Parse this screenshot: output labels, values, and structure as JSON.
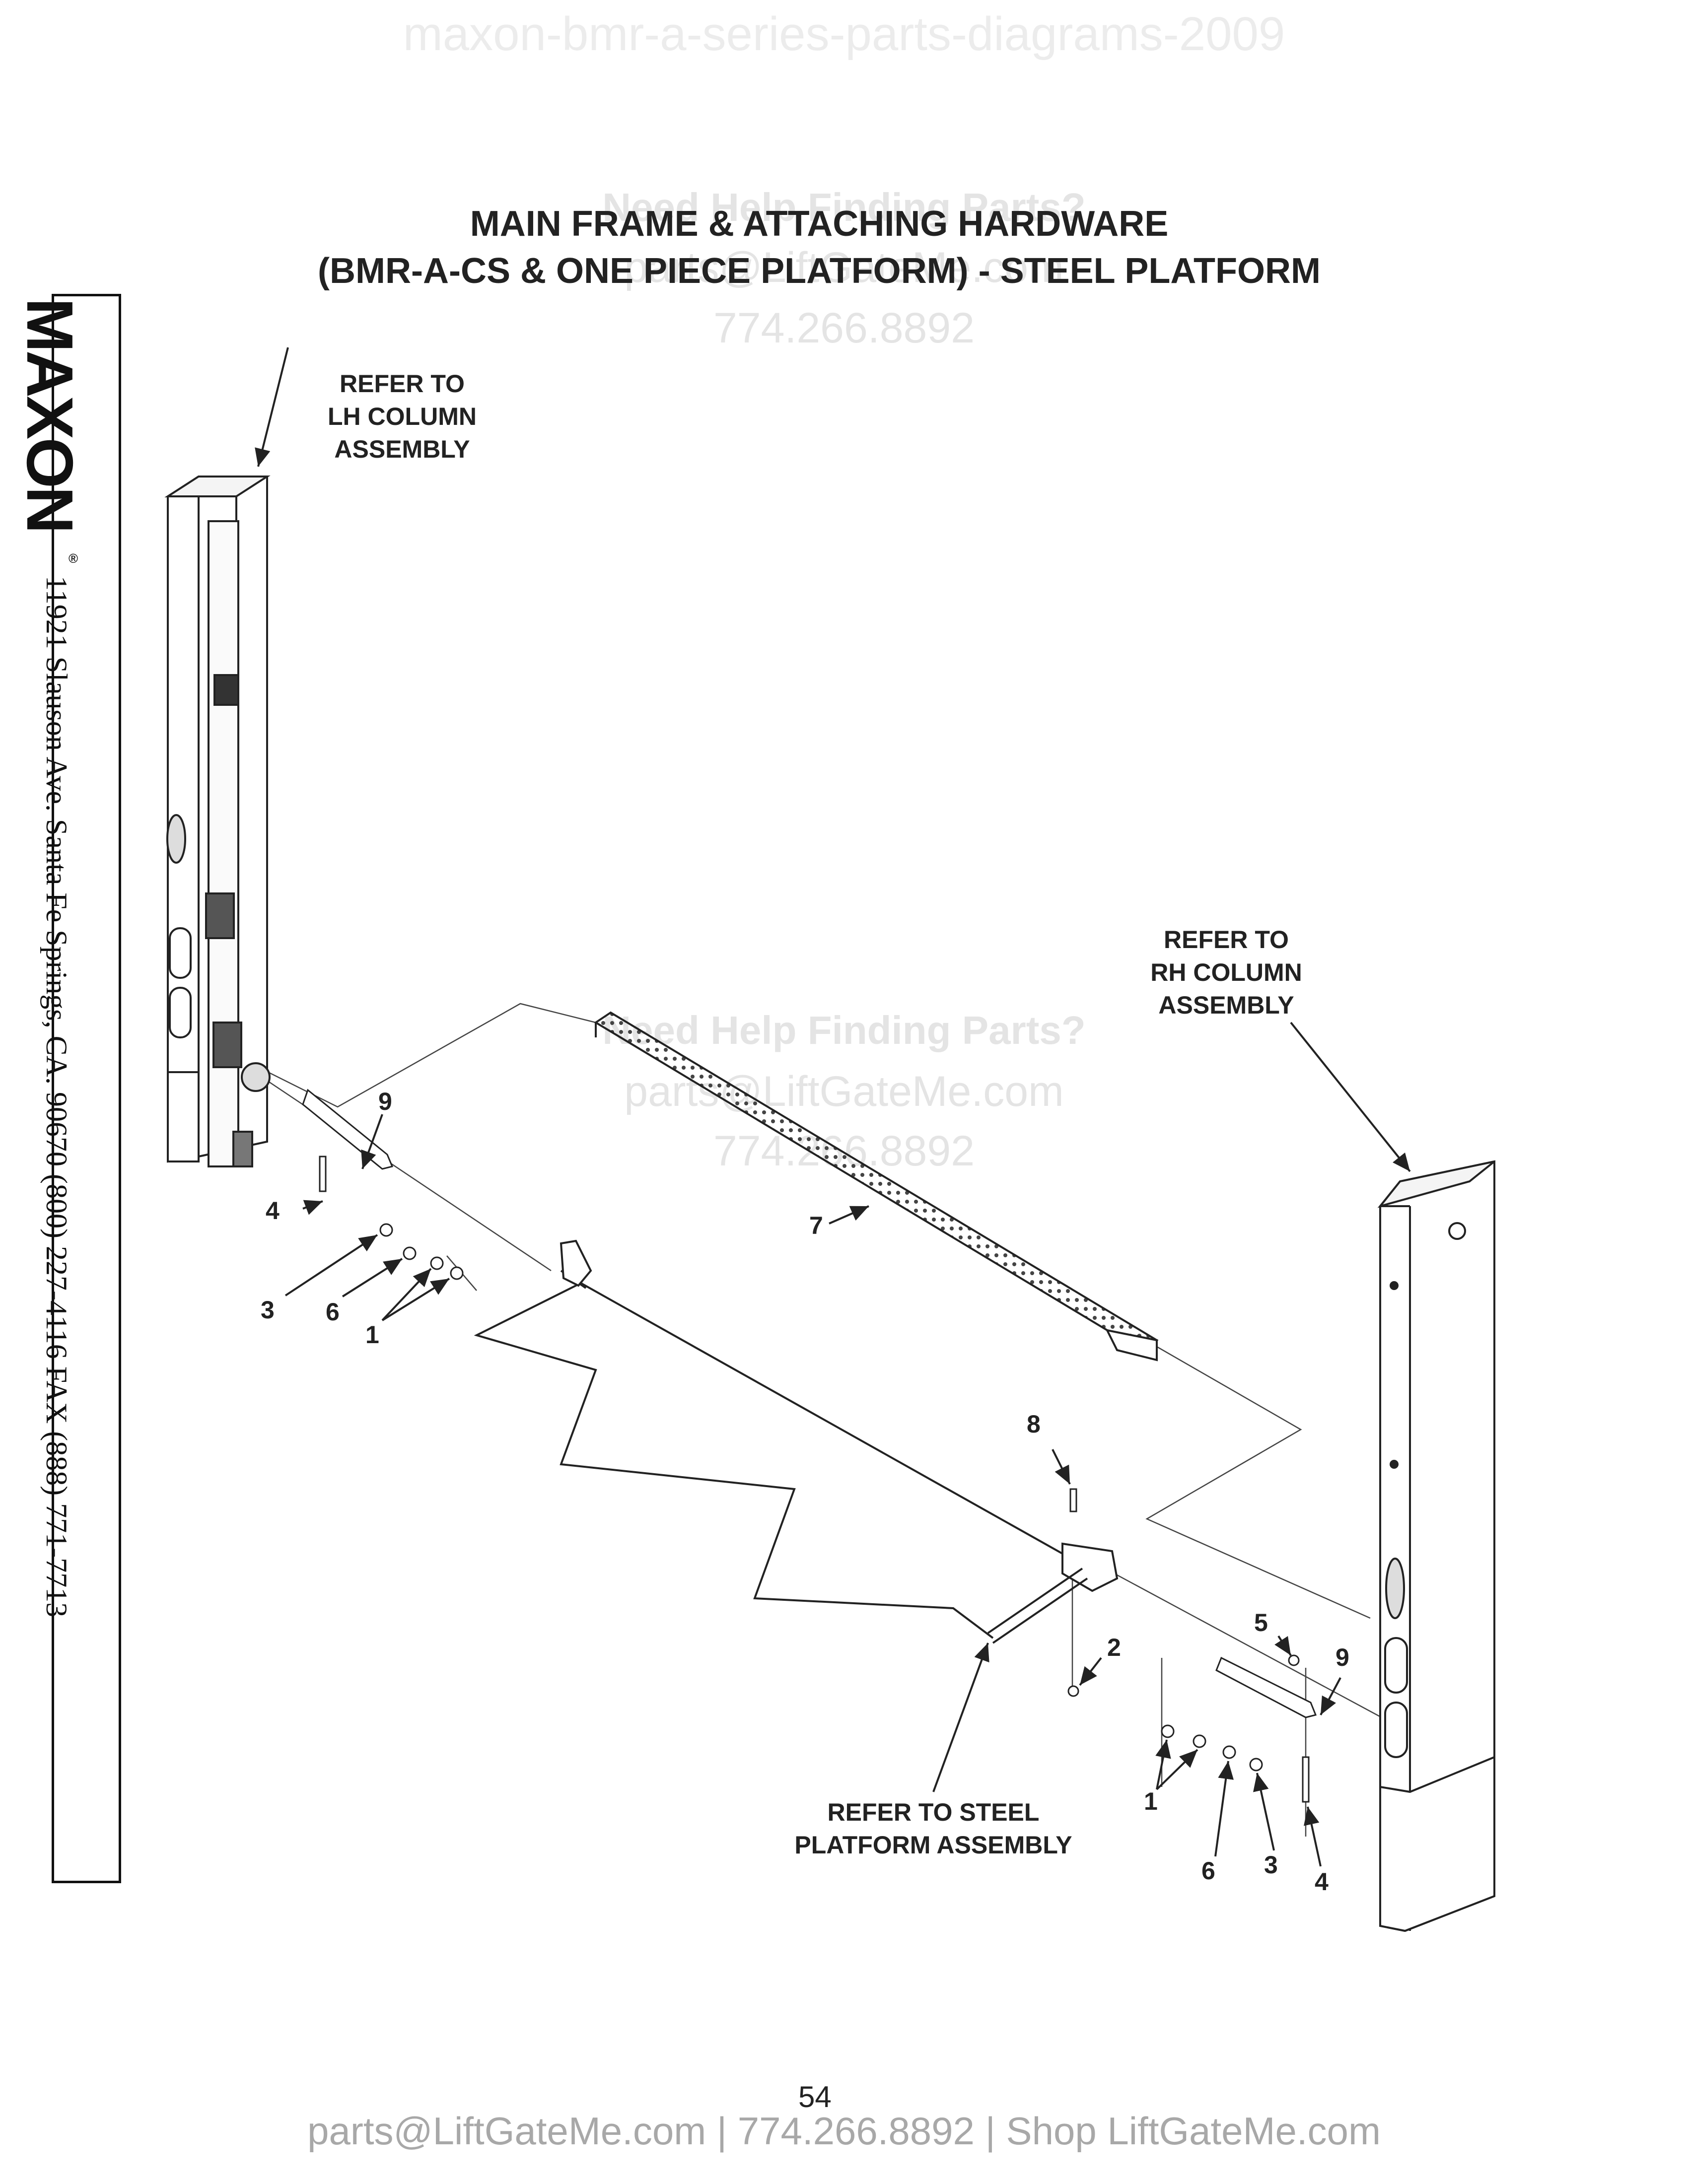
{
  "watermarks": {
    "filename": "maxon-bmr-a-series-parts-diagrams-2009",
    "help": "Need Help Finding Parts?",
    "email": "parts@LiftGateMe.com",
    "phone": "774.266.8892"
  },
  "title": {
    "line1": "MAIN FRAME & ATTACHING HARDWARE",
    "line2": "(BMR-A-CS & ONE PIECE PLATFORM) - STEEL PLATFORM"
  },
  "sidebar": {
    "brand": "MAXON",
    "registered": "®",
    "address": "11921 Slauson Ave.  Santa Fe Springs, CA.  90670  (800) 227-4116  FAX (888) 771-7713"
  },
  "callouts": {
    "lh_column": [
      "REFER TO",
      "LH COLUMN",
      "ASSEMBLY"
    ],
    "rh_column": [
      "REFER TO",
      "RH COLUMN",
      "ASSEMBLY"
    ],
    "steel_platform": [
      "REFER TO STEEL",
      "PLATFORM ASSEMBLY"
    ]
  },
  "item_numbers": {
    "left": [
      "9",
      "4",
      "3",
      "6",
      "1"
    ],
    "center": [
      "7",
      "8",
      "2"
    ],
    "right": [
      "5",
      "9",
      "1",
      "6",
      "3",
      "4"
    ]
  },
  "page_number": "54",
  "footer": "parts@LiftGateMe.com | 774.266.8892 | Shop LiftGateMe.com",
  "colors": {
    "line": "#222222",
    "watermark": "#e4e4e4",
    "footer": "#a8a8a8"
  }
}
